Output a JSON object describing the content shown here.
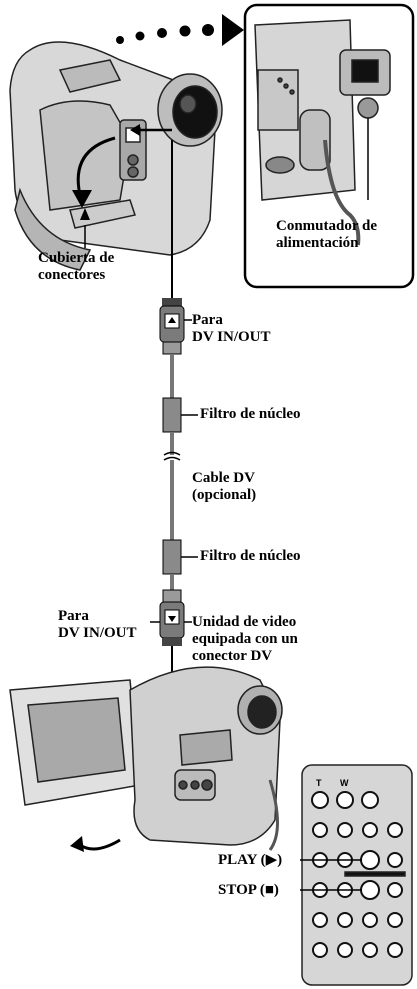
{
  "labels": {
    "power_switch": "Conmutador de\nalimentación",
    "connector_cover": "Cubierta de\nconectores",
    "dv_top": "Para\nDV IN/OUT",
    "core_filter_1": "Filtro de núcleo",
    "cable": "Cable DV\n(opcional)",
    "core_filter_2": "Filtro de núcleo",
    "dv_bottom": "Para\nDV IN/OUT",
    "video_unit": "Unidad de video\nequipada con un\nconector DV",
    "play": "PLAY (▶)",
    "stop": "STOP (■)"
  },
  "remote": {
    "row1_labels": [
      "T",
      "W"
    ]
  }
}
